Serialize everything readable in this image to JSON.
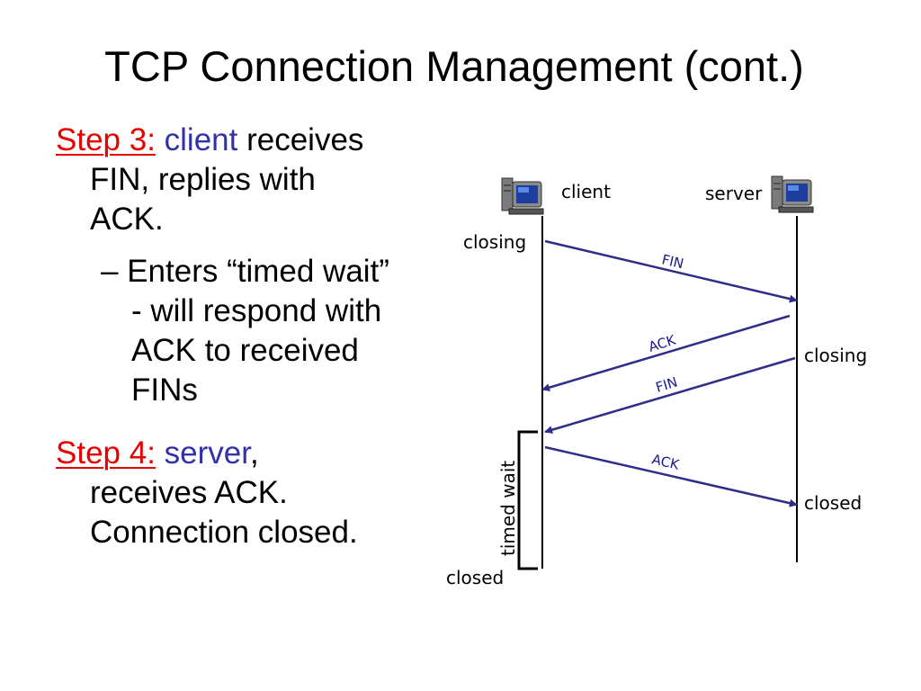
{
  "slide": {
    "title": "TCP Connection Management (cont.)",
    "step3": {
      "heading": "Step 3:",
      "actor": "client",
      "text_a": " receives",
      "text_b": "FIN, replies with",
      "text_c": "ACK.",
      "bullet_dash": "–",
      "bullet_lines": [
        "Enters “timed wait”",
        "- will respond with",
        "ACK to received",
        "FINs"
      ]
    },
    "step4": {
      "heading": "Step 4:",
      "actor": "server",
      "text_a": ",",
      "text_b": "receives ACK.",
      "text_c": "Connection closed."
    }
  },
  "diagram": {
    "client_label": "client",
    "server_label": "server",
    "client_closing": "closing",
    "server_closing": "closing",
    "server_closed": "closed",
    "client_closed": "closed",
    "timed_wait": "timed wait",
    "messages": [
      "FIN",
      "ACK",
      "FIN",
      "ACK"
    ],
    "colors": {
      "arrow": "#2e2e8a",
      "step_red": "#e60000",
      "actor_blue": "#3232a8"
    },
    "icons": [
      "computer-icon",
      "computer-icon"
    ]
  }
}
